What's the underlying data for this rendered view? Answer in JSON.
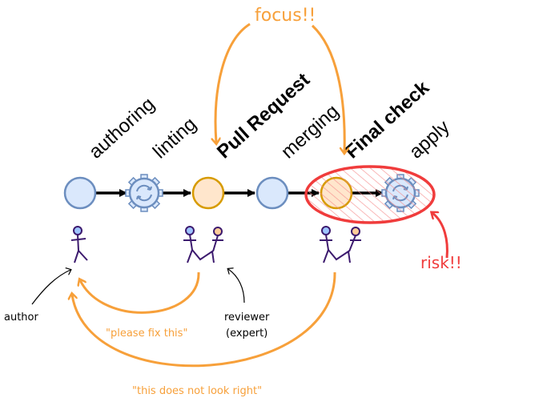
{
  "stages": [
    {
      "label": "authoring",
      "bold": false,
      "kind": "circle"
    },
    {
      "label": "linting",
      "bold": false,
      "kind": "gear"
    },
    {
      "label": "Pull Request",
      "bold": true,
      "kind": "circle-orange"
    },
    {
      "label": "merging",
      "bold": false,
      "kind": "circle"
    },
    {
      "label": "Final check",
      "bold": true,
      "kind": "circle-orange"
    },
    {
      "label": "apply",
      "bold": false,
      "kind": "gear"
    }
  ],
  "annotations": {
    "focus": "focus!!",
    "risk": "risk!!",
    "author": "author",
    "reviewer": "reviewer",
    "reviewer_sub": "(expert)",
    "please_fix": "\"please fix this\"",
    "not_right": "\"this does not look right\""
  },
  "colors": {
    "blue_fill": "#dae8fc",
    "blue_stroke": "#6c8ebf",
    "orange_fill": "#ffe6cc",
    "orange_stroke": "#d79b00",
    "accent_orange": "#f7a03a",
    "risk_red": "#f03c3c",
    "figure": "#3c1a6e"
  }
}
